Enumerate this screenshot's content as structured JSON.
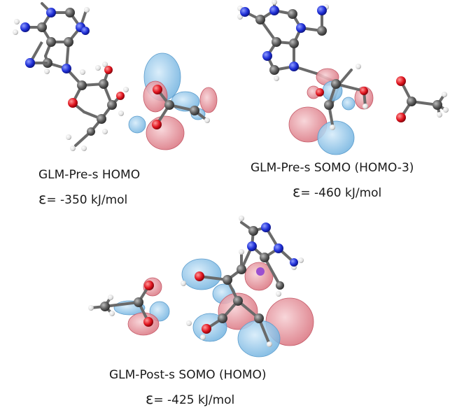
{
  "panels": [
    {
      "title": "GLM-Pre-s HOMO",
      "energy_symbol": "ε",
      "energy_value": "= -350 kJ/mol"
    },
    {
      "title": "GLM-Pre-s SOMO (HOMO-3)",
      "energy_symbol": "ε",
      "energy_value": "= -460 kJ/mol"
    },
    {
      "title": "GLM-Post-s SOMO (HOMO)",
      "energy_symbol": "ε",
      "energy_value": "= -425 kJ/mol"
    }
  ],
  "colors": {
    "carbon": "#5a5a5a",
    "nitrogen": "#1f2fd6",
    "oxygen": "#e0141e",
    "hydrogen": "#e8e8e8",
    "lobe_blue": "#8fc4e8",
    "lobe_red": "#e58c94"
  }
}
